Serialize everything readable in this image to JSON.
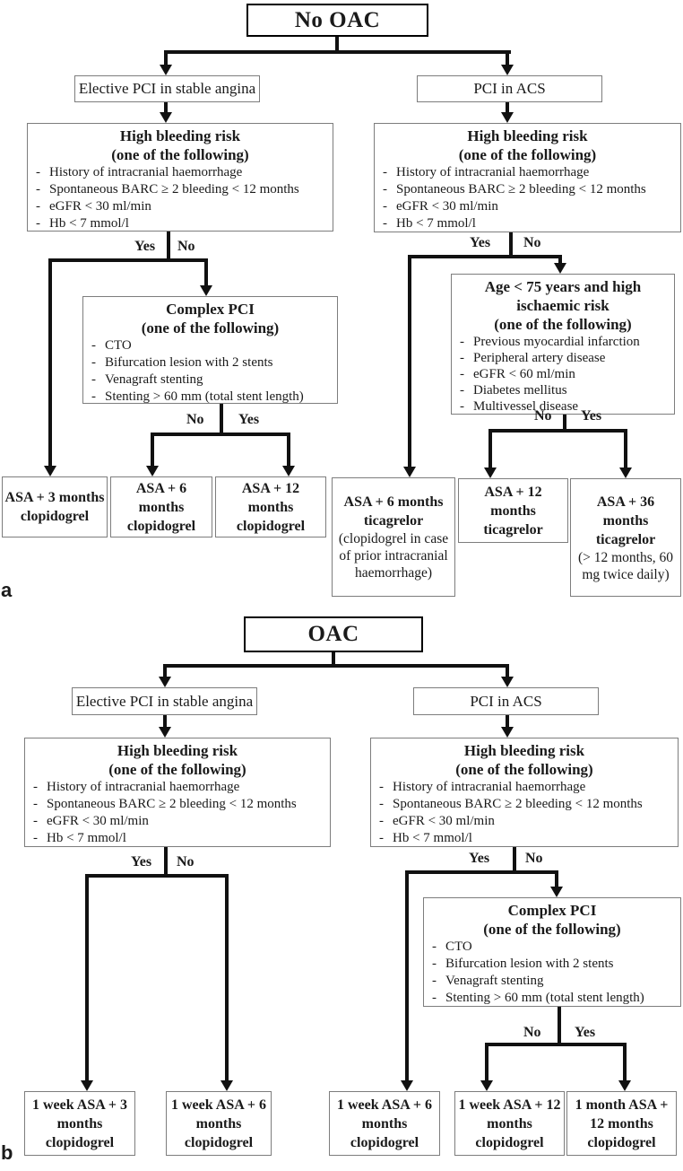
{
  "shared": {
    "bullet": "-",
    "yes_label": "Yes",
    "no_label": "No",
    "elective_label": "Elective PCI in stable angina",
    "acs_label": "PCI in ACS",
    "high_bleeding_risk": {
      "title": "High bleeding risk",
      "subtitle": "(one of the following)",
      "items": [
        "History of intracranial haemorrhage",
        "Spontaneous BARC ≥ 2 bleeding < 12 months",
        "eGFR < 30 ml/min",
        "Hb < 7 mmol/l"
      ]
    },
    "complex_pci": {
      "title": "Complex PCI",
      "subtitle": "(one of the following)",
      "items": [
        "CTO",
        "Bifurcation lesion with 2 stents",
        "Venagraft stenting",
        "Stenting > 60 mm (total stent length)"
      ]
    }
  },
  "panel_a": {
    "label": "a",
    "root_title": "No OAC",
    "ischaemic_risk": {
      "title": "Age < 75 years and high ischaemic risk",
      "subtitle": "(one of the following)",
      "items": [
        "Previous myocardial infarction",
        "Peripheral artery disease",
        "eGFR < 60 ml/min",
        "Diabetes mellitus",
        "Multivessel disease"
      ]
    },
    "outcomes": {
      "asa3_clopi": "ASA + 3 months clopidogrel",
      "asa6_clopi": "ASA + 6 months clopidogrel",
      "asa12_clopi": "ASA + 12 months clopidogrel",
      "asa6_tica": "ASA + 6 months ticagrelor",
      "asa6_tica_note": "(clopidogrel in case of prior intracranial haemorrhage)",
      "asa12_tica": "ASA + 12 months ticagrelor",
      "asa36_tica": "ASA + 36 months ticagrelor",
      "asa36_tica_note": "(> 12 months, 60 mg twice daily)"
    }
  },
  "panel_b": {
    "label": "b",
    "root_title": "OAC",
    "outcomes": {
      "w1_asa_3m": "1 week ASA + 3 months clopidogrel",
      "w1_asa_6m_left": "1 week ASA + 6 months clopidogrel",
      "w1_asa_6m_right": "1 week ASA + 6 months clopidogrel",
      "w1_asa_12m": "1 week ASA + 12 months clopidogrel",
      "m1_asa_12m": "1 month ASA + 12 months clopidogrel"
    }
  }
}
